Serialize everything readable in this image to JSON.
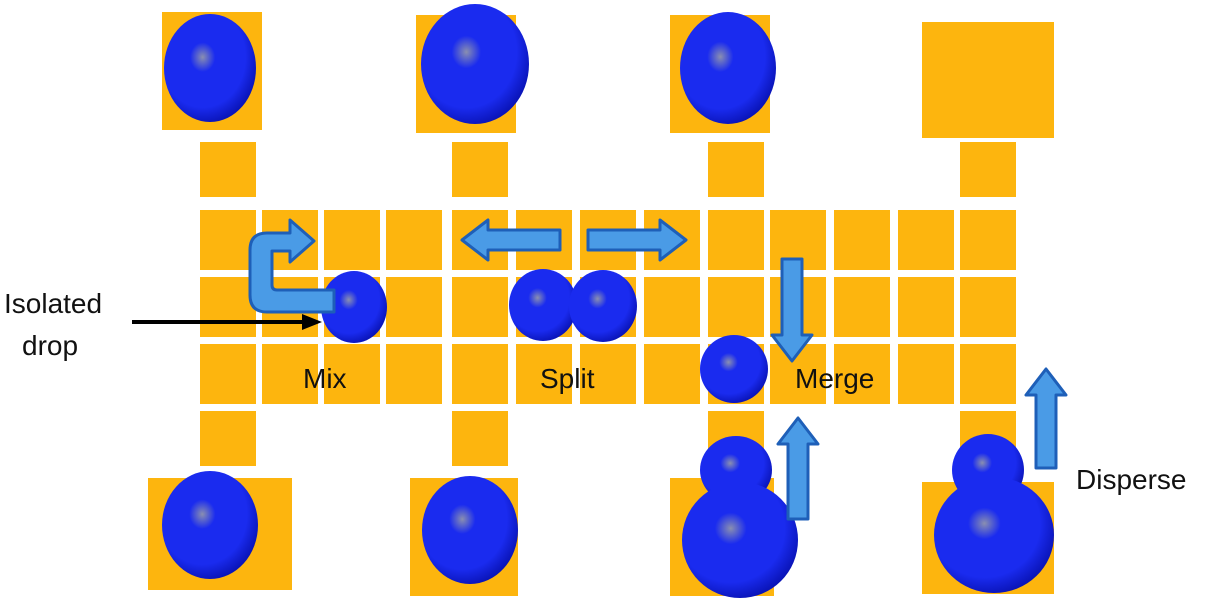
{
  "labels": {
    "isolated_line1": "Isolated",
    "isolated_line2": "drop",
    "mix": "Mix",
    "split": "Split",
    "merge": "Merge",
    "disperse": "Disperse"
  },
  "colors": {
    "electrode": "#FDB50E",
    "droplet": "#1A2BEF",
    "droplet_dark": "#0A14B8",
    "droplet_highlight": "#8A8FB0",
    "arrow_fill": "#4A9BE6",
    "arrow_stroke": "#1E5FB8",
    "pointer": "#000000"
  }
}
